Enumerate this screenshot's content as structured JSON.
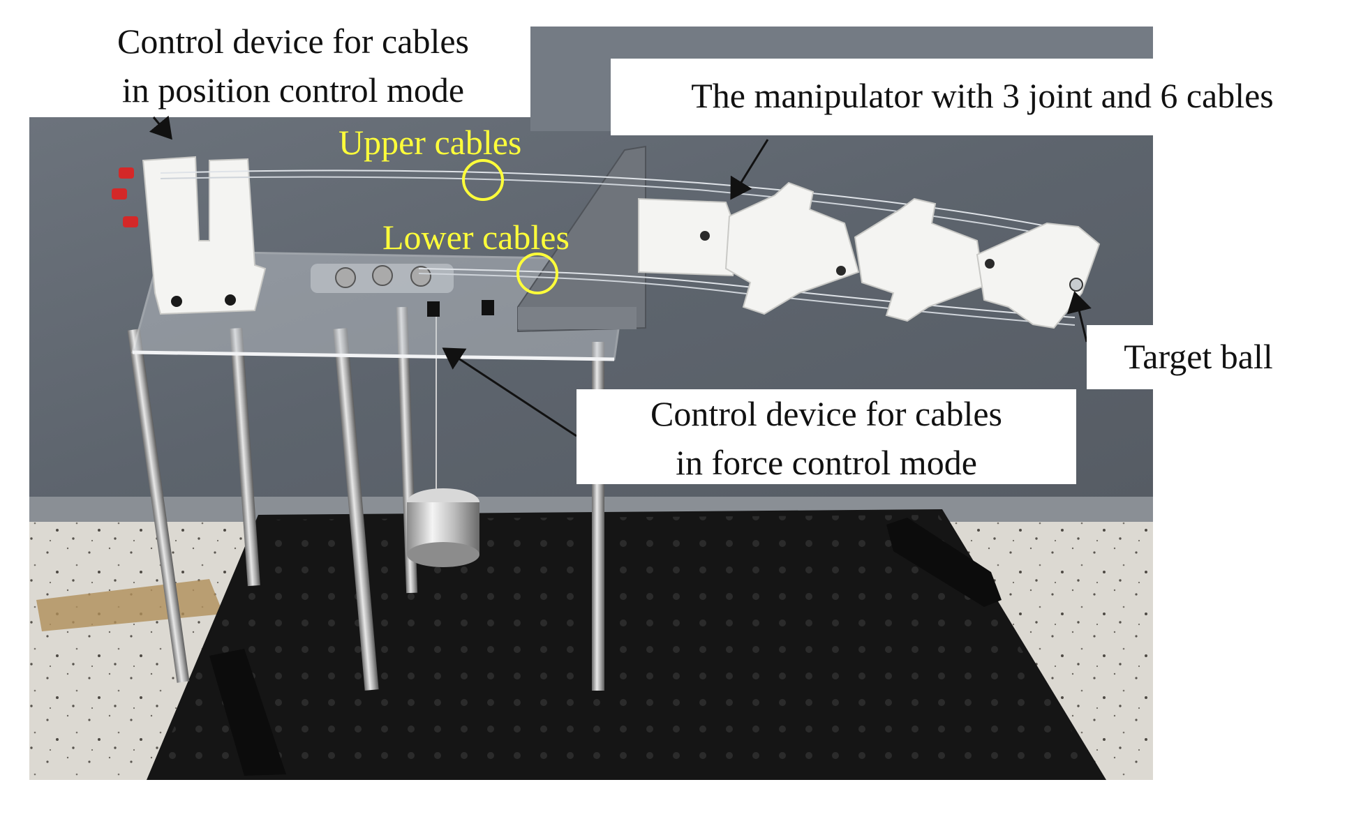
{
  "labels": {
    "position_control": {
      "line1": "Control device for cables",
      "line2": "in position control mode"
    },
    "manipulator": "The manipulator with 3 joint and 6 cables",
    "upper_cables": "Upper cables",
    "lower_cables": "Lower cables",
    "target_ball": "Target ball",
    "force_control": {
      "line1": "Control device for cables",
      "line2": "in force control mode"
    }
  },
  "colors": {
    "annotation_yellow": "#ffff3a",
    "wall_gray": "#5f666f",
    "floor_speckled": "#d9d6cf",
    "breadboard_black": "#141414",
    "part_white": "#f4f4f2",
    "arrow_black": "#111111"
  }
}
